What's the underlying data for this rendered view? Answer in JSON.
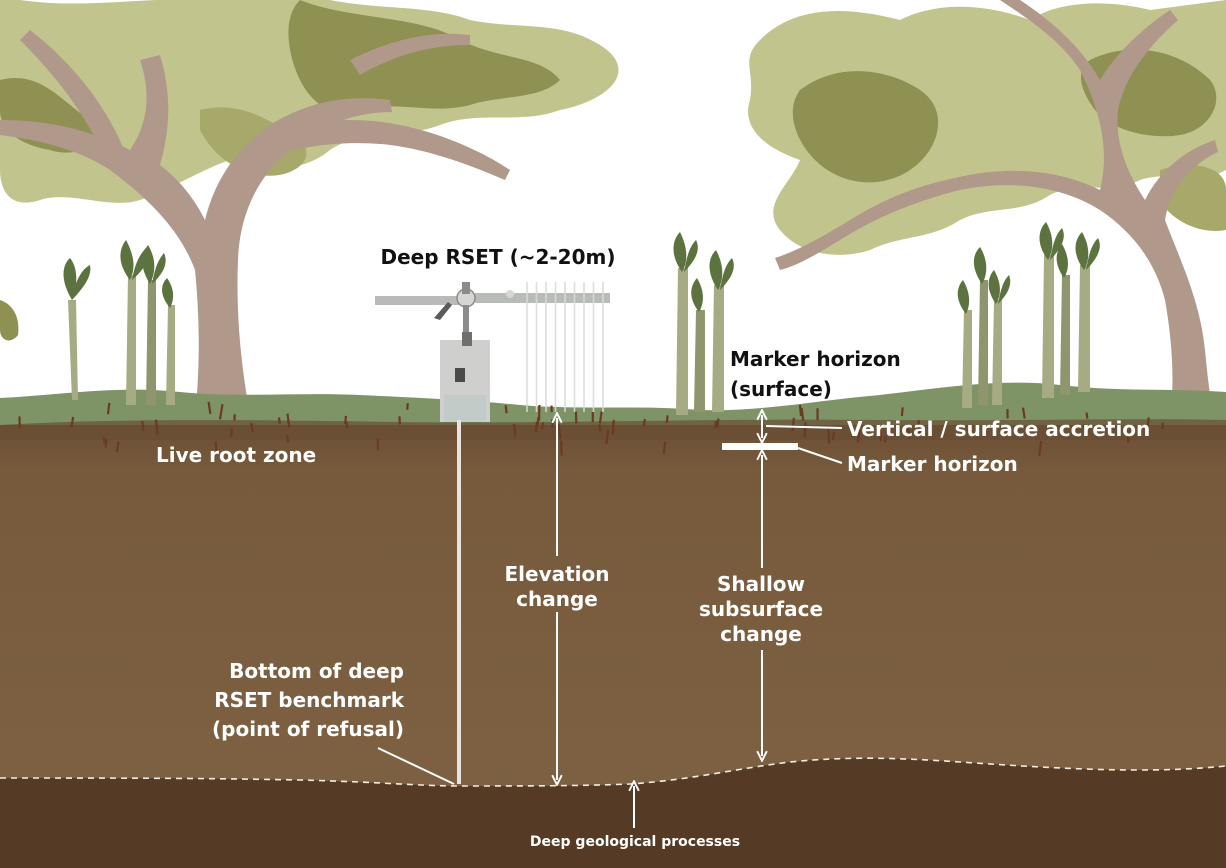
{
  "diagram": {
    "labels": {
      "deep_rset": "Deep RSET (~2-20m)",
      "marker_surface_line1": "Marker horizon",
      "marker_surface_line2": "(surface)",
      "vertical_accretion": "Vertical / surface accretion",
      "marker_horizon": "Marker horizon",
      "live_root_zone": "Live root zone",
      "elevation_line1": "Elevation",
      "elevation_line2": "change",
      "shallow_line1": "Shallow",
      "shallow_line2": "subsurface",
      "shallow_line3": "change",
      "bottom_line1": "Bottom of deep",
      "bottom_line2": "RSET benchmark",
      "bottom_line3": "(point of refusal)",
      "deep_geological": "Deep geological processes"
    },
    "colors": {
      "sky": "#ffffff",
      "grass": "#7e9467",
      "soil_top": "#6f5237",
      "soil_main": "#7b5f40",
      "deep_layer": "#553b25",
      "trunk": "#b0998a",
      "canopy_light": "#c2c48e",
      "canopy_dark": "#8e9152",
      "mangrove_stem": "#a6ab83",
      "leaf": "#5c7340",
      "text_dark": "#111111",
      "text_light": "#ffffff"
    },
    "icons": [
      "rset-instrument-icon",
      "mangrove-seedling-icon",
      "tree-icon"
    ]
  }
}
